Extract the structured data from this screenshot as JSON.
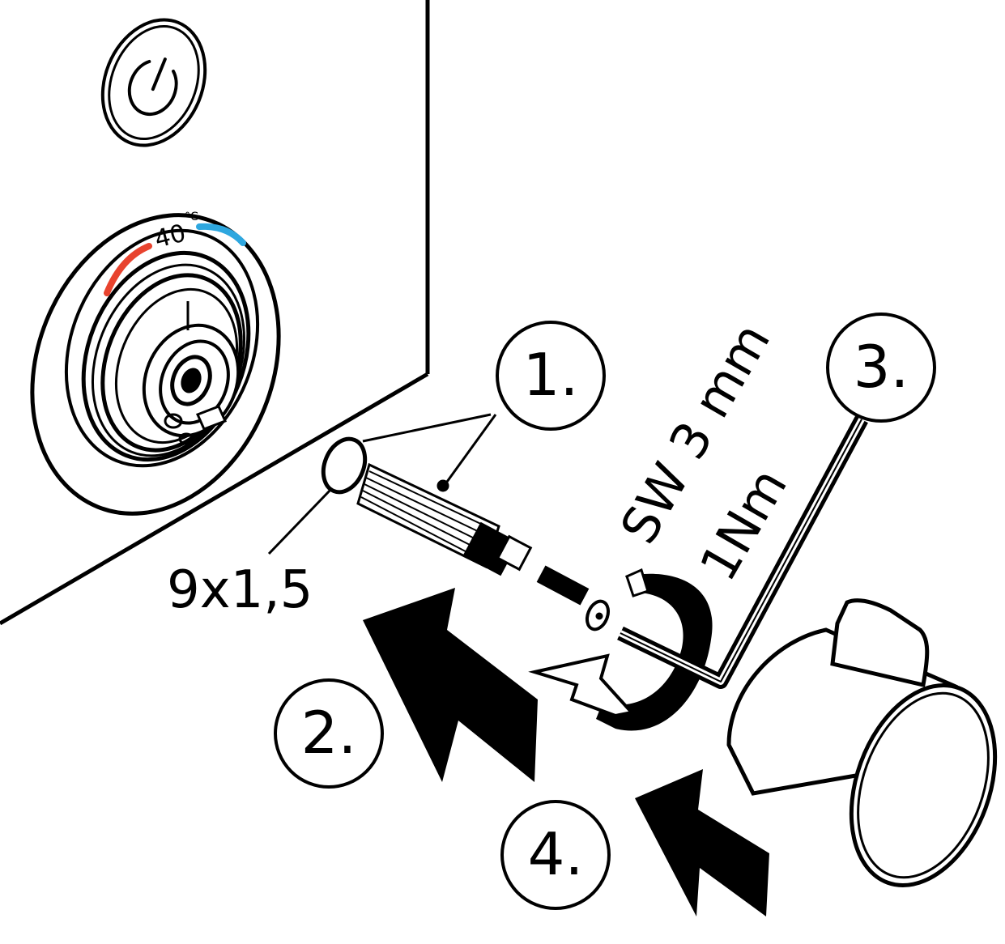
{
  "labels": {
    "temperature": "40",
    "temperature_unit": "°C",
    "oring_size": "9x1,5",
    "wrench_size": "SW 3 mm",
    "torque": "1Nm"
  },
  "steps": [
    "1.",
    "2.",
    "3.",
    "4."
  ],
  "colors": {
    "line": "#000000",
    "background": "#ffffff",
    "hot": "#e8432e",
    "cold": "#2ea7df"
  }
}
